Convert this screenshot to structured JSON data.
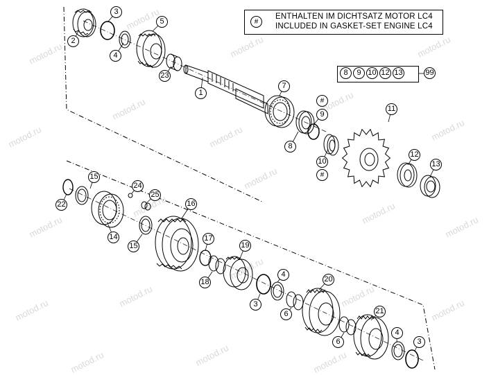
{
  "legend": {
    "symbol": "#",
    "line_de": "ENTHALTEN IM DICHTSATZ MOTOR LC4",
    "line_en": "INCLUDED IN GASKET-SET ENGINE LC4"
  },
  "kit": {
    "members": [
      "8",
      "9",
      "10",
      "12",
      "13"
    ],
    "total": "99"
  },
  "callouts": [
    {
      "id": "c-3a",
      "label": "3"
    },
    {
      "id": "c-5",
      "label": "5"
    },
    {
      "id": "c-2",
      "label": "2"
    },
    {
      "id": "c-4a",
      "label": "4"
    },
    {
      "id": "c-23",
      "label": "23"
    },
    {
      "id": "c-1",
      "label": "1"
    },
    {
      "id": "c-7",
      "label": "7"
    },
    {
      "id": "c-h1",
      "label": "#"
    },
    {
      "id": "c-9",
      "label": "9"
    },
    {
      "id": "c-11",
      "label": "11"
    },
    {
      "id": "c-8",
      "label": "8"
    },
    {
      "id": "c-12",
      "label": "12"
    },
    {
      "id": "c-10",
      "label": "10"
    },
    {
      "id": "c-13",
      "label": "13"
    },
    {
      "id": "c-h2",
      "label": "#"
    },
    {
      "id": "c-15a",
      "label": "15"
    },
    {
      "id": "c-24",
      "label": "24"
    },
    {
      "id": "c-25",
      "label": "25"
    },
    {
      "id": "c-22",
      "label": "22"
    },
    {
      "id": "c-16",
      "label": "16"
    },
    {
      "id": "c-14",
      "label": "14"
    },
    {
      "id": "c-15b",
      "label": "15"
    },
    {
      "id": "c-17",
      "label": "17"
    },
    {
      "id": "c-19",
      "label": "19"
    },
    {
      "id": "c-18",
      "label": "18"
    },
    {
      "id": "c-4b",
      "label": "4"
    },
    {
      "id": "c-20",
      "label": "20"
    },
    {
      "id": "c-3b",
      "label": "3"
    },
    {
      "id": "c-6a",
      "label": "6"
    },
    {
      "id": "c-21",
      "label": "21"
    },
    {
      "id": "c-6b",
      "label": "6"
    },
    {
      "id": "c-4c",
      "label": "4"
    },
    {
      "id": "c-3c",
      "label": "3"
    }
  ],
  "watermark": "motod.ru"
}
